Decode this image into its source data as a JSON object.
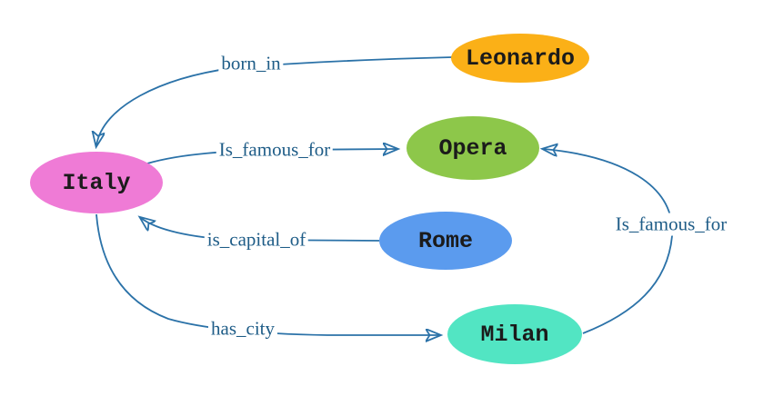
{
  "diagram": {
    "title": "knowledge-graph",
    "background_color": "#ffffff",
    "edge_color": "#2B72A8",
    "edge_label_color": "#1E5C87",
    "node_text_color": "#1b1b1b",
    "nodes": [
      {
        "id": "italy",
        "label": "Italy",
        "color": "#EF7BD6"
      },
      {
        "id": "leonardo",
        "label": "Leonardo",
        "color": "#FBB017"
      },
      {
        "id": "opera",
        "label": "Opera",
        "color": "#8DC74A"
      },
      {
        "id": "rome",
        "label": "Rome",
        "color": "#5B9BEE"
      },
      {
        "id": "milan",
        "label": "Milan",
        "color": "#52E5C3"
      }
    ],
    "edges": [
      {
        "from": "Leonardo",
        "to": "Italy",
        "label": "born_in"
      },
      {
        "from": "Italy",
        "to": "Opera",
        "label": "Is_famous_for"
      },
      {
        "from": "Rome",
        "to": "Italy",
        "label": "is_capital_of"
      },
      {
        "from": "Italy",
        "to": "Milan",
        "label": "has_city"
      },
      {
        "from": "Milan",
        "to": "Opera",
        "label": "Is_famous_for"
      }
    ]
  }
}
